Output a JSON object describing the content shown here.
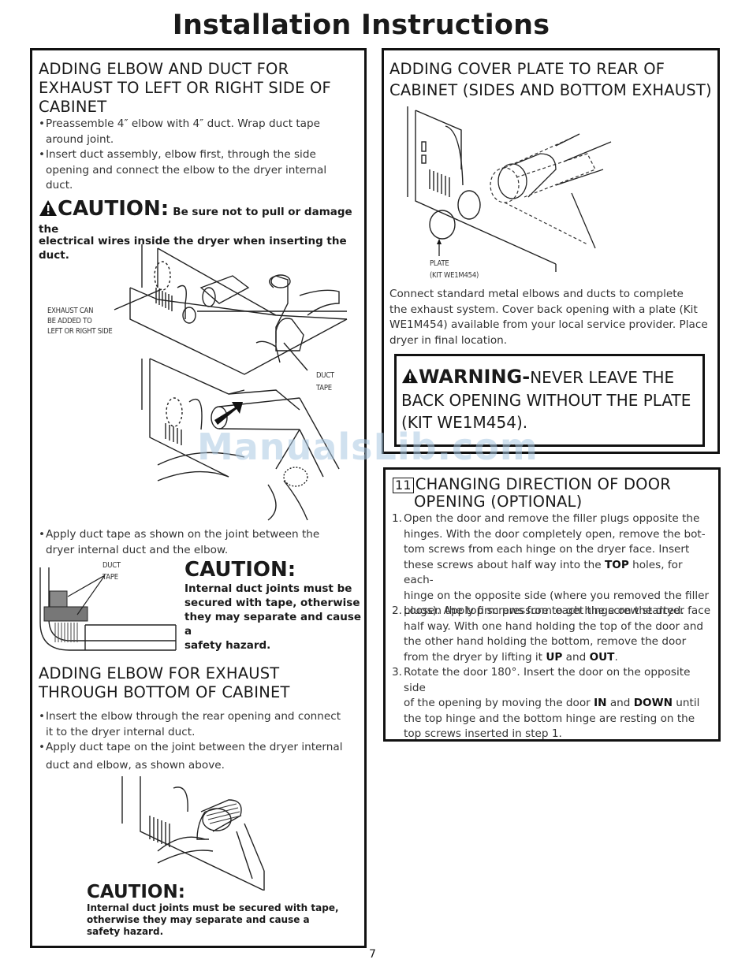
{
  "page": {
    "title": "Installation Instructions",
    "page_number": "7",
    "watermark": "ManualsLib.com"
  },
  "left": {
    "section1": {
      "heading": "ADDING ELBOW AND DUCT FOR EXHAUST TO LEFT OR RIGHT SIDE OF CABINET",
      "bullet1_line1": "Preassemble 4″ elbow with 4″ duct. Wrap duct tape",
      "bullet1_line2": "around joint.",
      "bullet2_line1": "Insert duct assembly, elbow first, through the side",
      "bullet2_line2": "opening and connect the elbow to the dryer internal",
      "bullet2_line3": "duct.",
      "caution_word": "CAUTION:",
      "caution_text1": "Be sure not to pull or damage the",
      "caution_text2": "electrical wires inside the dryer when inserting the duct.",
      "label_exhaust1": "EXHAUST CAN",
      "label_exhaust2": "BE ADDED TO",
      "label_exhaust3": "LEFT OR RIGHT SIDE",
      "label_duct": "DUCT",
      "label_tape": "TAPE",
      "bullet3_line1": "Apply duct tape as shown on the joint between the",
      "bullet3_line2": "dryer internal duct and the elbow.",
      "label_duct2": "DUCT",
      "label_tape2": "TAPE",
      "caution2_word": "CAUTION:",
      "caution2_l1": "Internal duct joints must be",
      "caution2_l2": "secured with tape, otherwise",
      "caution2_l3": "they may separate and cause a",
      "caution2_l4": "safety hazard."
    },
    "section2": {
      "heading_l1": "ADDING ELBOW FOR EXHAUST",
      "heading_l2": "THROUGH BOTTOM OF CABINET",
      "bullet1_line1": "Insert the elbow through the rear opening and connect",
      "bullet1_line2": "it to the dryer internal duct.",
      "bullet2_line1": "Apply duct tape on the joint between the dryer internal",
      "bullet2_line2": "duct and elbow, as shown above.",
      "caution_word": "CAUTION:",
      "caution_l1": "Internal duct joints must be secured with tape,",
      "caution_l2": "otherwise they may separate and cause a",
      "caution_l3": "safety hazard."
    }
  },
  "right": {
    "section1": {
      "heading_l1": "ADDING COVER PLATE TO REAR OF",
      "heading_l2": "CABINET (SIDES AND BOTTOM EXHAUST)",
      "label_plate": "PLATE",
      "label_kit": "(KIT WE1M454)",
      "para_l1": "Connect standard metal elbows and ducts to complete",
      "para_l2": "the exhaust system. Cover back opening with a plate (Kit",
      "para_l3": "WE1M454) available from your local service provider. Place",
      "para_l4": "dryer in final location.",
      "warning_word": "WARNING-",
      "warning_l1_rest": "NEVER LEAVE THE",
      "warning_l2": "BACK OPENING WITHOUT THE PLATE",
      "warning_l3": "(KIT WE1M454)."
    },
    "section2": {
      "step_number": "11",
      "heading_l1": "CHANGING DIRECTION OF DOOR",
      "heading_l2": "OPENING (OPTIONAL)",
      "s1_num": "1.",
      "s1_l1": "Open the door and remove the filler plugs opposite the",
      "s1_l2": "hinges. With the door completely open, remove the bot-",
      "s1_l3": "tom screws from each hinge on the dryer face. Insert",
      "s1_l4a": "these screws about half way into the ",
      "s1_l4b": "TOP",
      "s1_l4c": " holes, for each-",
      "s1_l5": "hinge on the opposite side (where you removed the filler",
      "s1_l6": "plugs). Apply firm pressure to get the screw started.",
      "s2_num": "2.",
      "s2_l1": "Loosen the top screws from each hinge on the dryer face",
      "s2_l2": "half way. With one hand holding the top of the door and",
      "s2_l3": "the other hand holding the bottom, remove the door",
      "s2_l4a": "from the dryer by lifting it ",
      "s2_l4b": "UP",
      "s2_l4c": " and ",
      "s2_l4d": "OUT",
      "s2_l4e": ".",
      "s3_num": "3.",
      "s3_l1": "Rotate the door 180°. Insert the door on the opposite side",
      "s3_l2a": "of the opening by moving the door ",
      "s3_l2b": "IN",
      "s3_l2c": " and ",
      "s3_l2d": "DOWN",
      "s3_l2e": " until",
      "s3_l3": "the top hinge and the bottom hinge are resting on the",
      "s3_l4": "top screws inserted in step 1."
    }
  }
}
